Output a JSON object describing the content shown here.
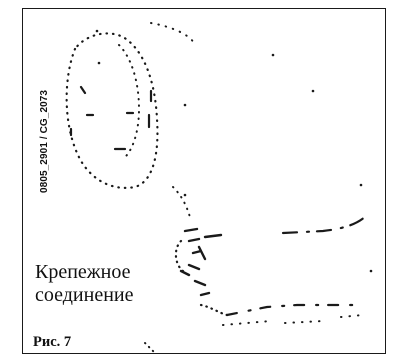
{
  "figure": {
    "code": "0805_2901 / CG_2073",
    "label_line1": "Крепежное",
    "label_line2": "соединение",
    "caption": "Рис. 7"
  }
}
